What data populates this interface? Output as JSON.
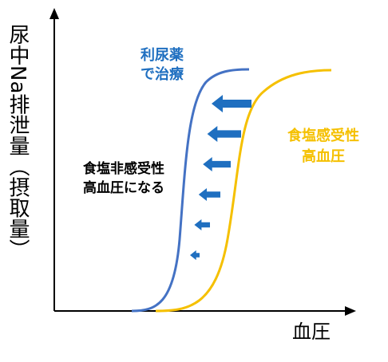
{
  "axis": {
    "y_label": "尿中Na排泄量（摂取量）",
    "x_label": "血圧"
  },
  "labels": {
    "treatment": [
      "利尿薬",
      "で治療"
    ],
    "salt_sensitive": [
      "食塩感受性",
      "高血圧"
    ],
    "salt_nonsensitive": [
      "食塩非感受性",
      "高血圧になる"
    ]
  },
  "colors": {
    "axis": "#000000",
    "salt_sensitive_curve": "#f5c000",
    "salt_nonsensitive_curve": "#4472c4",
    "arrow": "#1f6fc0",
    "treatment_text": "#1f6fc0",
    "salt_sensitive_text": "#f5c000",
    "salt_nonsensitive_text": "#000000"
  },
  "arrow_count": 6
}
